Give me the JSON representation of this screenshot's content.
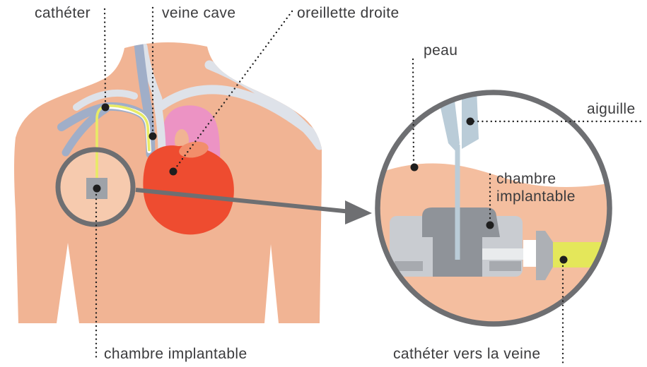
{
  "figure": {
    "description_visible_text_only": true,
    "labels": {
      "catheter_top": "cathéter",
      "veine_cave": "veine cave",
      "oreillette_droite": "oreillette droite",
      "peau": "peau",
      "aiguille": "aiguille",
      "chambre_implantable_inset": "chambre\nimplantable",
      "catheter_vers_la_veine": "cathéter vers la veine",
      "chambre_implantable_bottom": "chambre implantable"
    },
    "colors": {
      "background": "#ffffff",
      "skin": "#f1b494",
      "skin_magnifier_inside": "#f6caae",
      "skin_inset": "#f4be9f",
      "heart_red": "#ee4c30",
      "heart_atrium_patch": "#f28e6b",
      "aorta_pink": "#ec93c4",
      "vein_blue_gray": "#a0aec8",
      "vessel_light_gray": "#dee2e9",
      "catheter_yellow": "#e8eb66",
      "catheter_tube_yellow": "#e4e75a",
      "outline_gray": "#6e6f72",
      "port_body_gray": "#c9ccd1",
      "port_septum_gray": "#8f9399",
      "port_feet_gray": "#a7aaaf",
      "port_band_light": "#e9ebed",
      "needle_blue_gray": "#baccd8",
      "leader_dot_black": "#1e1e1e",
      "label_text": "#3b3b3d"
    }
  }
}
